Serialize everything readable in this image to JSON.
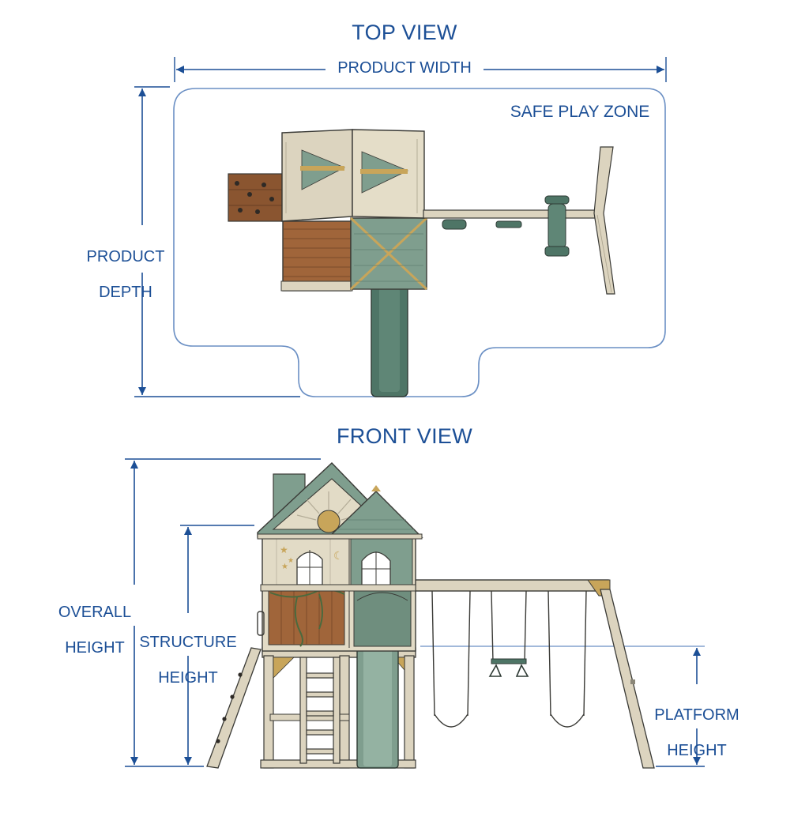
{
  "top_view": {
    "title": "TOP VIEW",
    "width_label": "PRODUCT WIDTH",
    "depth_label": [
      "PRODUCT",
      "DEPTH"
    ],
    "zone_label": "SAFE PLAY ZONE"
  },
  "front_view": {
    "title": "FRONT VIEW",
    "overall_label": [
      "OVERALL",
      "HEIGHT"
    ],
    "structure_label": [
      "STRUCTURE",
      "HEIGHT"
    ],
    "platform_label": [
      "PLATFORM",
      "HEIGHT"
    ]
  },
  "colors": {
    "dimension_blue": "#1c4f96",
    "zone_outline": "#6a8fc4",
    "sage_green": "#7f9e8e",
    "slide_green": "#4e7566",
    "wood_tan": "#dcd4bf",
    "cedar_brown": "#a0653a",
    "outline": "#3a3a36"
  }
}
